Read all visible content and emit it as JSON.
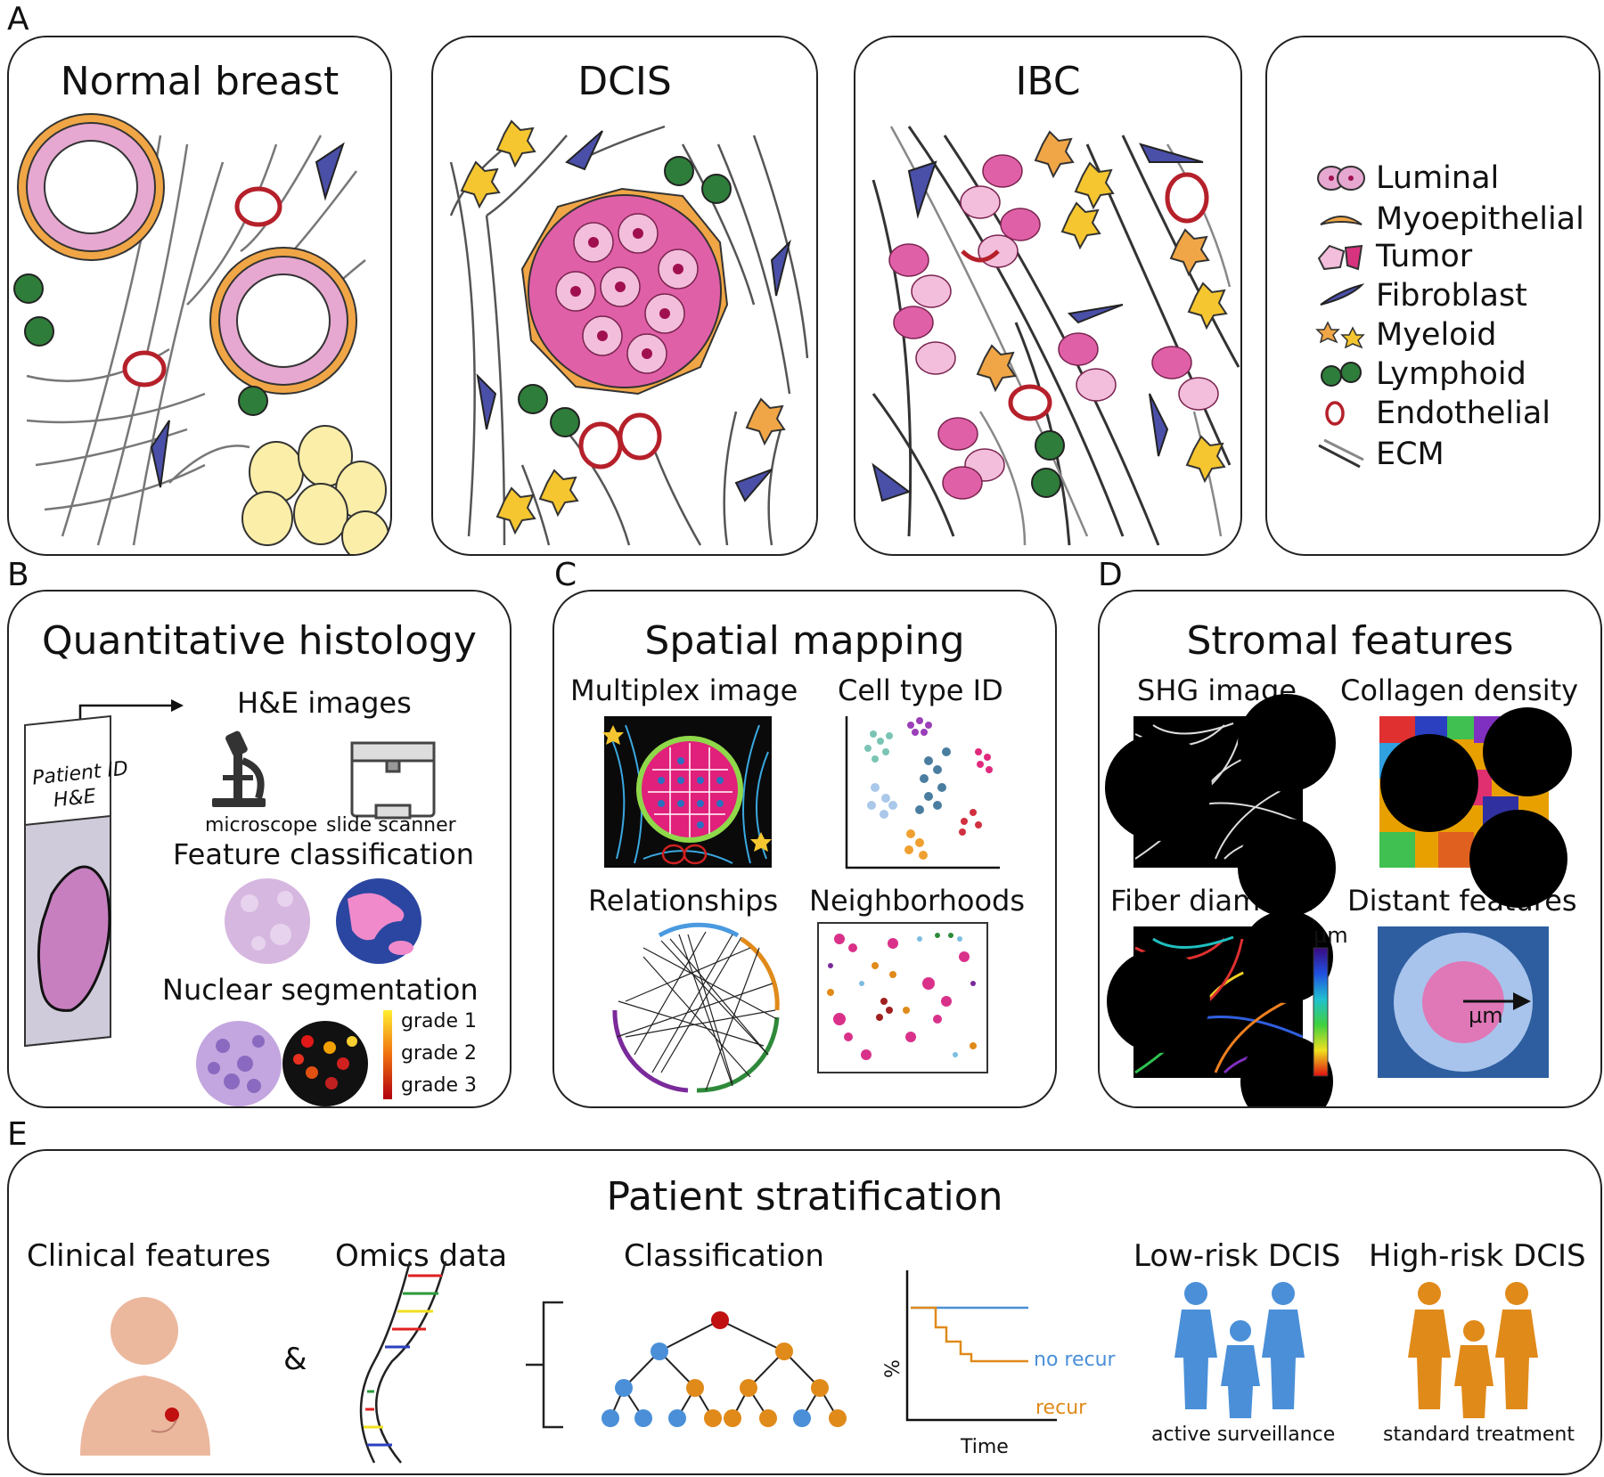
{
  "panel_labels": {
    "a": "A",
    "b": "B",
    "c": "C",
    "d": "D",
    "e": "E"
  },
  "panel_a": {
    "normal_title": "Normal breast",
    "dcis_title": "DCIS",
    "ibc_title": "IBC",
    "legend": [
      {
        "label": "Luminal",
        "icon": "luminal-cell-icon"
      },
      {
        "label": "Myoepithelial",
        "icon": "myoepithelial-cell-icon"
      },
      {
        "label": "Tumor",
        "icon": "tumor-cell-icon"
      },
      {
        "label": "Fibroblast",
        "icon": "fibroblast-icon"
      },
      {
        "label": "Myeloid",
        "icon": "myeloid-cell-icon"
      },
      {
        "label": "Lymphoid",
        "icon": "lymphoid-cell-icon"
      },
      {
        "label": "Endothelial",
        "icon": "endothelial-cell-icon"
      },
      {
        "label": "ECM",
        "icon": "ecm-fiber-icon"
      }
    ]
  },
  "panel_b": {
    "title": "Quantitative histology",
    "slide_text_1": "Patient ID",
    "slide_text_2": "H&E",
    "he_images": "H&E images",
    "microscope": "microscope",
    "slide_scanner": "slide scanner",
    "feature_classification": "Feature classification",
    "nuclear_segmentation": "Nuclear segmentation",
    "grades": [
      "grade 1",
      "grade 2",
      "grade 3"
    ]
  },
  "panel_c": {
    "title": "Spatial mapping",
    "multiplex": "Multiplex image",
    "celltype": "Cell type ID",
    "relationships": "Relationships",
    "neighborhoods": "Neighborhoods"
  },
  "panel_d": {
    "title": "Stromal features",
    "shg": "SHG image",
    "collagen": "Collagen density",
    "fiber": "Fiber diameter",
    "distant": "Distant features",
    "unit": "µm",
    "unit2": "µm"
  },
  "panel_e": {
    "title": "Patient stratification",
    "clinical": "Clinical features",
    "omics": "Omics data",
    "amp": "&",
    "classification": "Classification",
    "no_recur": "no recur",
    "recur": "recur",
    "ylabel": "%",
    "xlabel": "Time",
    "low_risk": "Low-risk DCIS",
    "high_risk": "High-risk DCIS",
    "active": "active surveillance",
    "standard": "standard treatment"
  },
  "colors": {
    "luminal": "#e6a8d0",
    "tumor": "#d8337f",
    "myo": "#f0a646",
    "fibro": "#4a4fa8",
    "myeloid": "#f5c630",
    "lymphoid": "#2e7d3a",
    "endo": "#b5202a",
    "low": "#4a8fd8",
    "high": "#e08a1a"
  }
}
